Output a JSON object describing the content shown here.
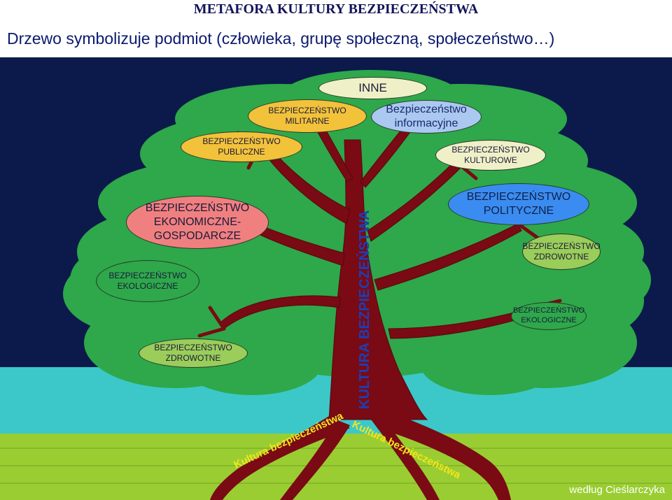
{
  "title": "METAFORA KULTURY BEZPIECZEŃSTWA",
  "subtitle": "Drzewo symbolizuje podmiot (człowieka, grupę społeczną, społeczeństwo…)",
  "colors": {
    "sky": "#0b1a4a",
    "water": "#3cc8c8",
    "ground": "#9acd32",
    "foliage": "#2ea84a",
    "trunk": "#7a0a14",
    "trunk_text": "#1a3fb8",
    "root_text": "#f5e51a",
    "oval_yellow": "#f2c23a",
    "oval_green": "#9acd5a",
    "oval_red": "#f08080",
    "oval_light_blue": "#aac8f0",
    "oval_blue": "#3a8cf0",
    "oval_cream": "#f0f0c8"
  },
  "trunk_label": "KULTURA BEZPIECZEŃSTWA",
  "roots": {
    "left": "Kultura bezpieczeństwa",
    "right": "Kultura bezpieczeństwa"
  },
  "ovals": {
    "inne": "INNE",
    "informacyjne": [
      "Bezpieczeństwo",
      "informacyjne"
    ],
    "militarne": [
      "BEZPIECZEŃSTWO",
      "MILITARNE"
    ],
    "publiczne": [
      "BEZPIECZEŃSTWO",
      "PUBLICZNE"
    ],
    "kulturowe": [
      "BEZPIECZEŃSTWO",
      "KULTUROWE"
    ],
    "ekonomiczne": [
      "BEZPIECZEŃSTWO",
      "EKONOMICZNE-",
      "GOSPODARCZE"
    ],
    "polityczne": [
      "BEZPIECZEŃSTWO",
      "POLITYCZNE"
    ],
    "ekologiczne_left": [
      "BEZPIECZEŃSTWO",
      "EKOLOGICZNE"
    ],
    "zdrowotne_left": [
      "BEZPIECZEŃSTWO",
      "ZDROWOTNE"
    ],
    "zdrowotne_right": [
      "BEZPIECZEŃSTWO",
      "ZDROWOTNE"
    ],
    "ekologiczne_right": [
      "BEZPIECZEŃSTWO",
      "EKOLOGICZNE"
    ]
  },
  "credit": "według Cieślarczyka"
}
